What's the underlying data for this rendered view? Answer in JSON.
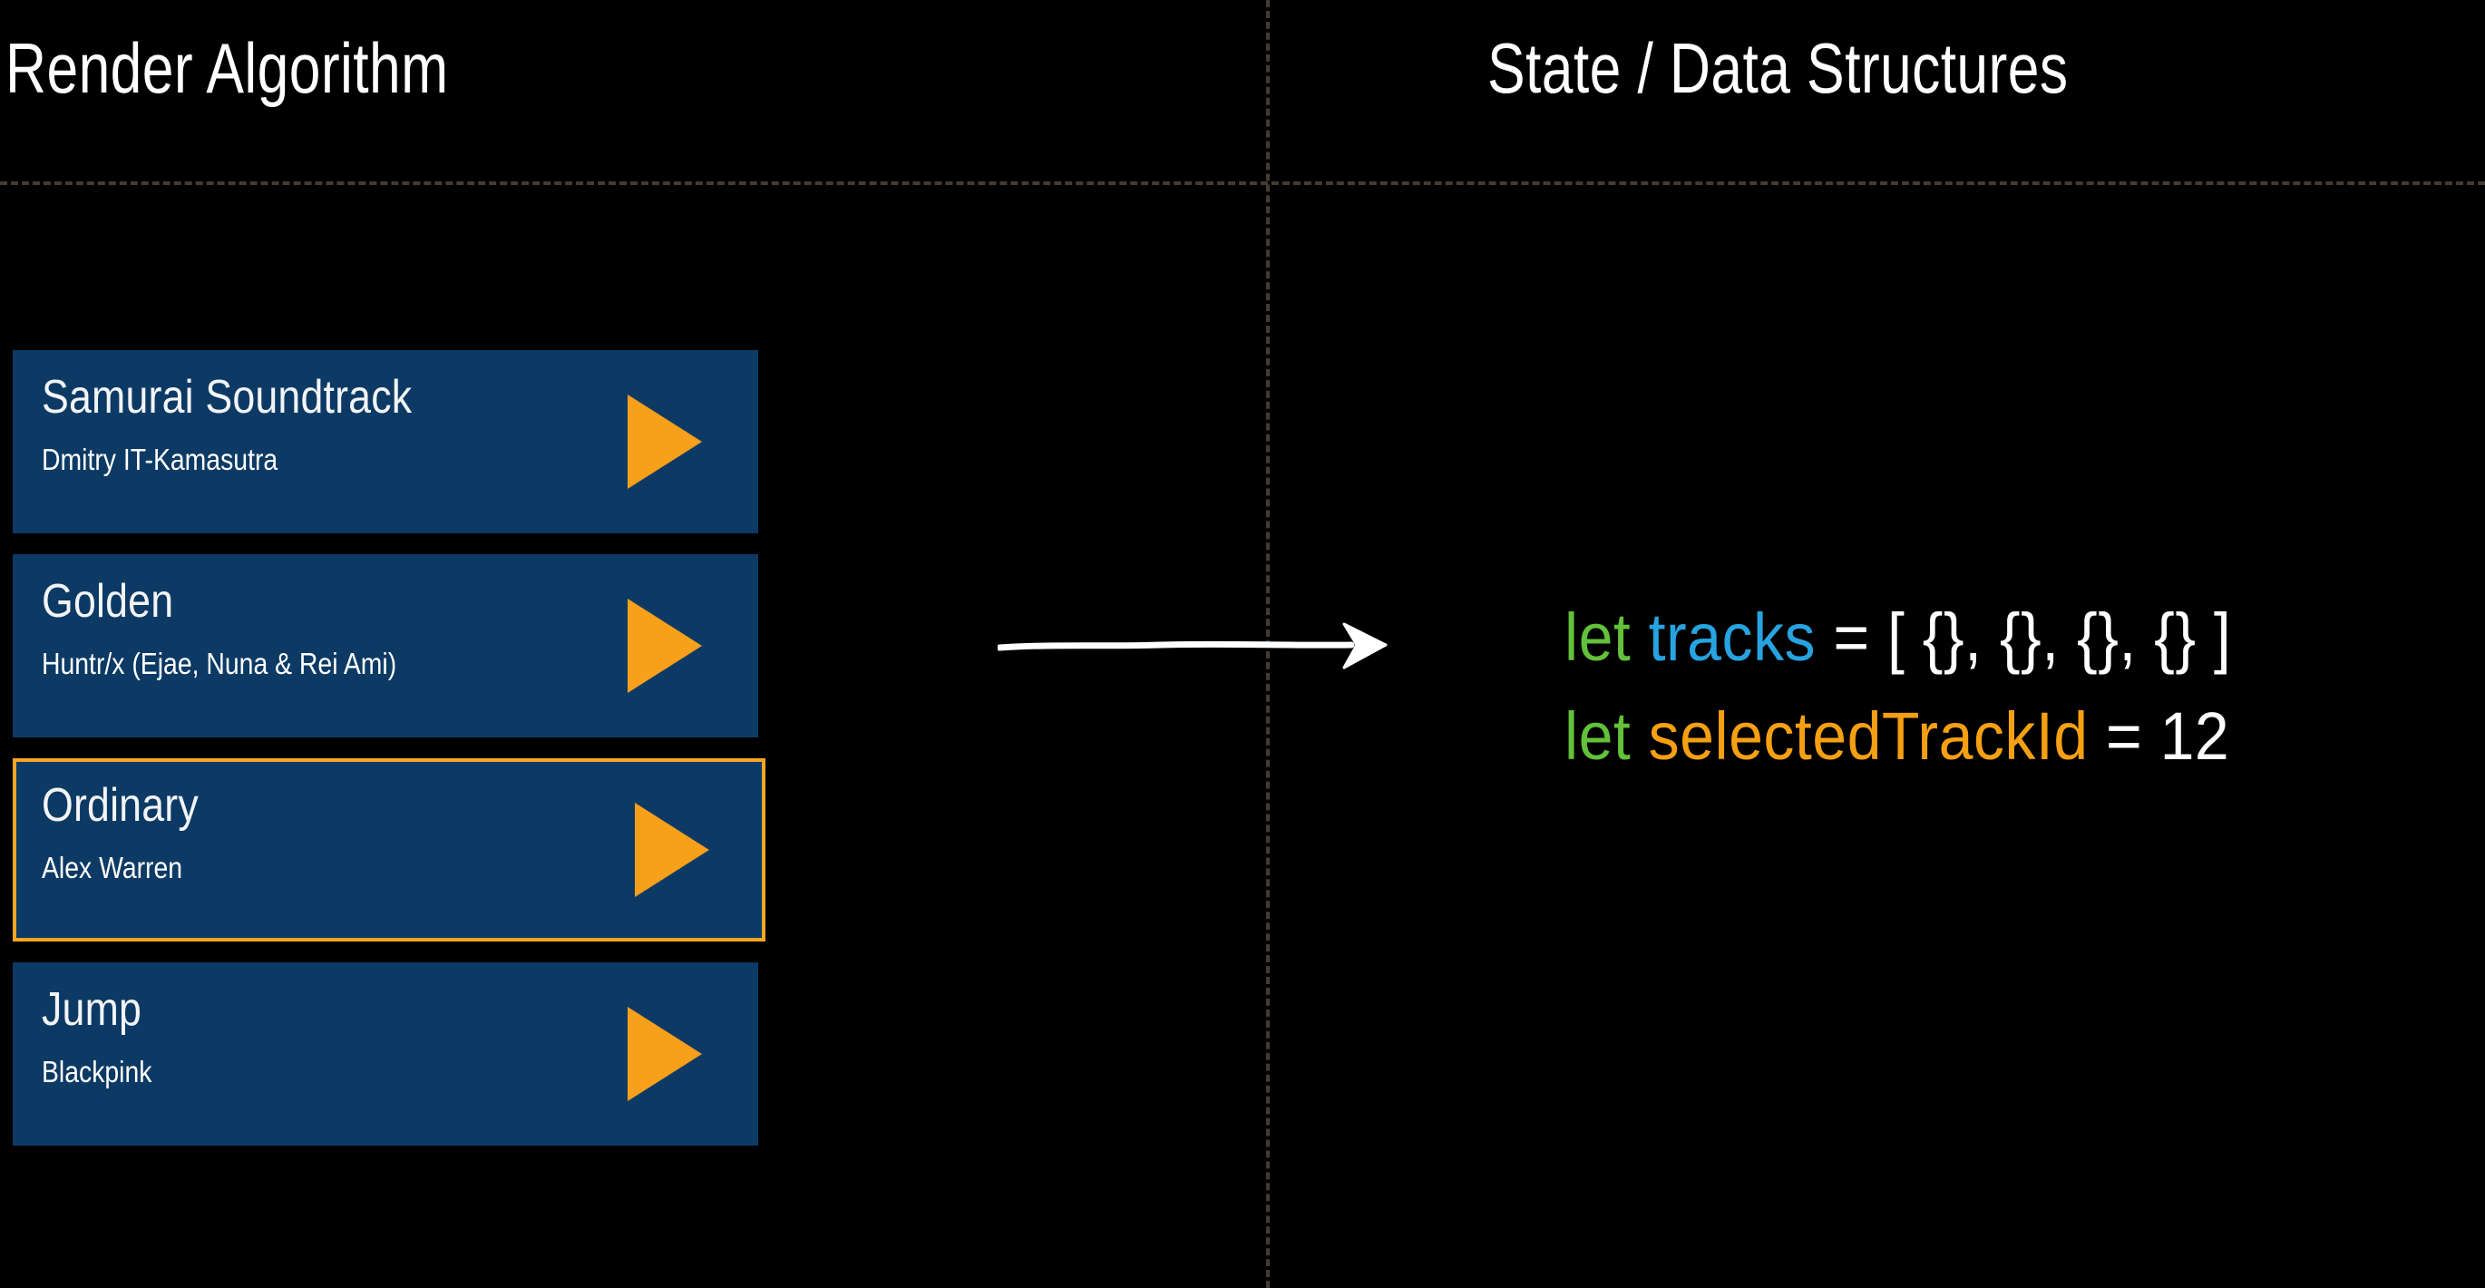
{
  "panels": {
    "left": {
      "title": "Render Algorithm"
    },
    "right": {
      "title": "State / Data Structures"
    }
  },
  "track_list": {
    "tracks": [
      {
        "title": "Samurai Soundtrack",
        "artist": "Dmitry IT-Kamasutra",
        "selected": false,
        "play_icon": "play-triangle-icon"
      },
      {
        "title": "Golden",
        "artist": "Huntr/x (Ejae, Nuna & Rei Ami)",
        "selected": false,
        "play_icon": "play-triangle-icon"
      },
      {
        "title": "Ordinary",
        "artist": "Alex Warren",
        "selected": true,
        "play_icon": "play-triangle-icon"
      },
      {
        "title": "Jump",
        "artist": "Blackpink",
        "selected": false,
        "play_icon": "play-triangle-icon"
      }
    ]
  },
  "arrow": {
    "icon": "arrow-right-icon",
    "direction": "right"
  },
  "code": {
    "lines": [
      {
        "tokens": [
          {
            "text": "let",
            "type": "keyword"
          },
          {
            "text": " ",
            "type": "punct"
          },
          {
            "text": "tracks",
            "type": "variable"
          },
          {
            "text": " = [ {}, {}, {}, {} ]",
            "type": "punct"
          }
        ]
      },
      {
        "tokens": [
          {
            "text": "let",
            "type": "keyword"
          },
          {
            "text": " ",
            "type": "punct"
          },
          {
            "text": "selectedTrackId",
            "type": "property"
          },
          {
            "text": " = ",
            "type": "punct"
          },
          {
            "text": "12",
            "type": "number"
          }
        ]
      }
    ],
    "line1_full": "let tracks = [ {}, {}, {}, {} ]",
    "line2_full": "let selectedTrackId = 12"
  },
  "colors": {
    "background": "#000000",
    "card_blue": "#0D3A64",
    "accent_orange": "#F5A623",
    "play_orange": "#F9A01B",
    "keyword_green": "#62C03A",
    "variable_blue": "#27A3E0",
    "property_orange": "#F5A012",
    "divider": "#4a4038",
    "text_white": "#ffffff"
  }
}
